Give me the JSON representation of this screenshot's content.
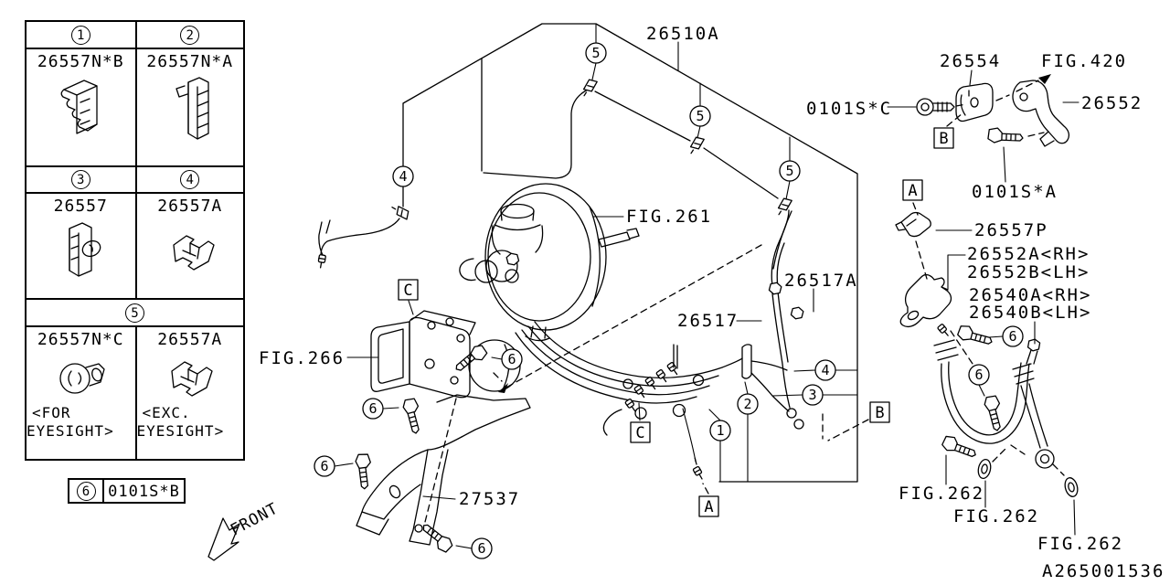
{
  "colors": {
    "line": "#000000",
    "background": "#ffffff"
  },
  "legend_table": {
    "row1": {
      "left_num": "1",
      "left_part": "26557N*B",
      "right_num": "2",
      "right_part": "26557N*A"
    },
    "row2": {
      "left_num": "3",
      "left_part": "26557",
      "right_num": "4",
      "right_part": "26557A"
    },
    "row3": {
      "num": "5",
      "left_part": "26557N*C",
      "left_note_line1": "<FOR",
      "left_note_line2": "EYESIGHT>",
      "right_part": "26557A",
      "right_note_line1": "<EXC.",
      "right_note_line2": "EYESIGHT>"
    }
  },
  "hardware_legend": {
    "num": "6",
    "part": "0101S*B"
  },
  "part_labels": {
    "p26510a": "26510A",
    "fig261": "FIG.261",
    "p26517a": "26517A",
    "p26517": "26517",
    "fig266": "FIG.266",
    "p27537": "27537",
    "p26554": "26554",
    "fig420": "FIG.420",
    "p0101s_c": "0101S*C",
    "p26552": "26552",
    "p0101s_a": "0101S*A",
    "p26557p": "26557P",
    "p26552a": "26552A<RH>",
    "p26552b": "26552B<LH>",
    "p26540a": "26540A<RH>",
    "p26540b": "26540B<LH>",
    "fig262_left": "FIG.262",
    "fig262_mid": "FIG.262",
    "fig262_right": "FIG.262",
    "drawing_code": "A265001536",
    "front": "FRONT"
  },
  "callout_numbers": {
    "c1": "1",
    "c2": "2",
    "c3": "3",
    "c4": "4",
    "c5": "5",
    "c6": "6"
  },
  "ref_letters": {
    "a": "A",
    "b": "B",
    "c": "C"
  }
}
